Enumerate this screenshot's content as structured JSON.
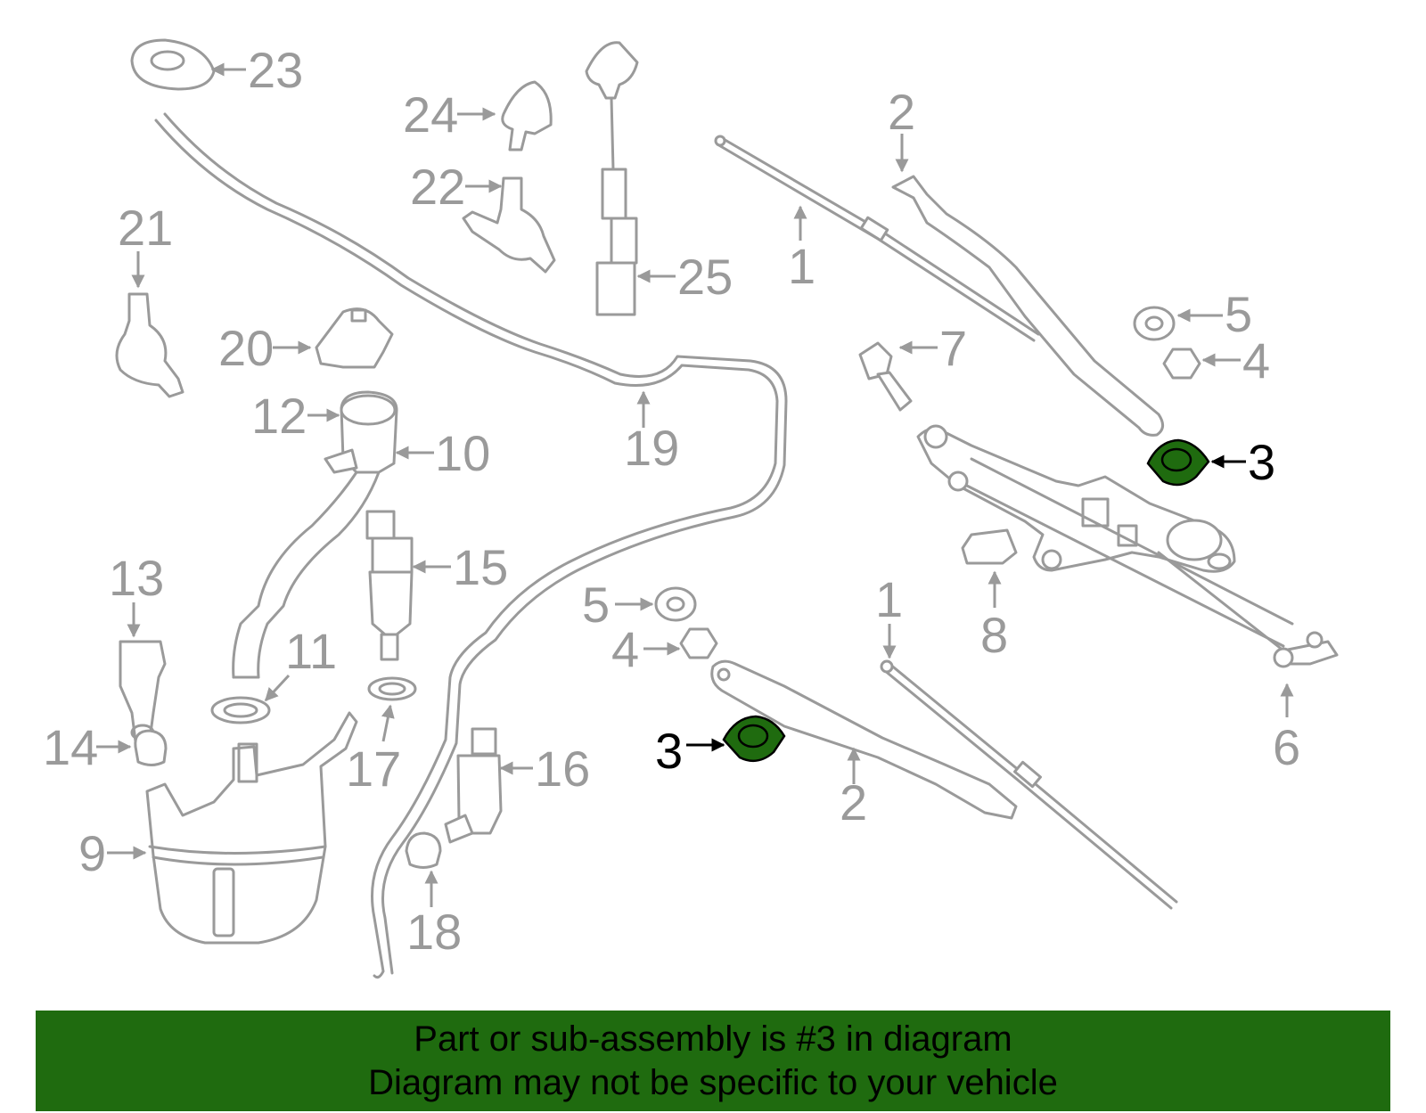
{
  "colors": {
    "banner_bg": "#1f6b0f",
    "highlight_fill": "#1f6b0f",
    "part_stroke": "#9a9a9a",
    "highlight_stroke": "#000000"
  },
  "highlighted_part": "3",
  "callouts": {
    "c1a": "1",
    "c1b": "1",
    "c2a": "2",
    "c2b": "2",
    "c3a": "3",
    "c3b": "3",
    "c4a": "4",
    "c4b": "4",
    "c5a": "5",
    "c5b": "5",
    "c6": "6",
    "c7": "7",
    "c8": "8",
    "c9": "9",
    "c10": "10",
    "c11": "11",
    "c12": "12",
    "c13": "13",
    "c14": "14",
    "c15": "15",
    "c16": "16",
    "c17": "17",
    "c18": "18",
    "c19": "19",
    "c20": "20",
    "c21": "21",
    "c22": "22",
    "c23": "23",
    "c24": "24",
    "c25": "25"
  },
  "banner": {
    "line1": "Part or sub-assembly is #3 in diagram",
    "line2": "Diagram may not be specific to your vehicle"
  }
}
